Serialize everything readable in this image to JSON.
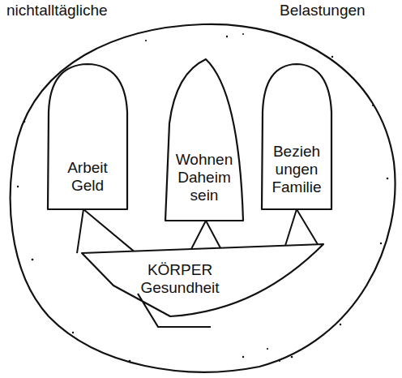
{
  "diagram": {
    "nodes": [
      {
        "text": [
          "Arbeit Geld"
        ]
      },
      {
        "text": [
          "Wohnen Daheim sein"
        ]
      },
      {
        "text": [
          "Bezieh ungen Familie"
        ]
      },
      {
        "text": [
          "KÖRPER Gesundheit"
        ]
      }
    ],
    "edges": [
      {
        "from": 0,
        "to": 3,
        "arrow": "none"
      },
      {
        "from": 1,
        "to": 3,
        "arrow": "none"
      },
      {
        "from": 2,
        "to": 3,
        "arrow": "none"
      }
    ],
    "labels": [
      "nichtalltägliche",
      "Belastungen"
    ]
  }
}
